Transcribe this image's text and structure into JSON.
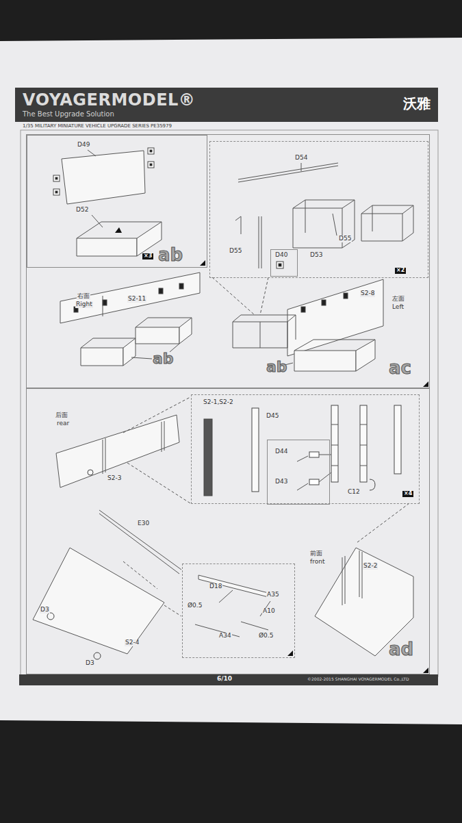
{
  "diagram": {
    "nodes": [
      {
        "text": [
          "VOYAGERMODEL®",
          "The Best Upgrade Solution",
          "沃雅"
        ]
      },
      {
        "text": [
          "ac"
        ]
      },
      {
        "text": [
          "×3",
          "ab"
        ],
        "in": 1
      },
      {
        "text": [
          "×2"
        ],
        "in": 1
      },
      {
        "text": [
          "D40"
        ],
        "in": 3
      },
      {
        "text": [
          "ad"
        ]
      },
      {
        "text": [
          "S2-1,S2-2",
          "D45",
          "C12",
          "×4"
        ],
        "in": 5
      },
      {
        "text": [
          "D44",
          "D43"
        ],
        "in": 6
      },
      {
        "text": [
          "D18",
          "A35",
          "A10",
          "Ø0.5",
          "A34",
          "Ø0.5"
        ],
        "in": 5
      },
      {
        "text": [
          "6/10",
          "©2002-2015 SHANGHAI VOYAGERMODEL Co.,LTD"
        ]
      }
    ],
    "labels": [
      "1/35 MILITARY MINIATURE VEHICLE UPGRADE SERIES PE35979",
      "D49",
      "D52",
      "右面",
      "Right",
      "S2-11",
      "ab",
      "D54",
      "D55",
      "D55",
      "D53",
      "S2-8",
      "左面",
      "Left",
      "ab",
      "后面",
      "rear",
      "S2-3",
      "E30",
      "D3",
      "D3",
      "S2-4",
      "前面",
      "front",
      "S2-2"
    ]
  }
}
